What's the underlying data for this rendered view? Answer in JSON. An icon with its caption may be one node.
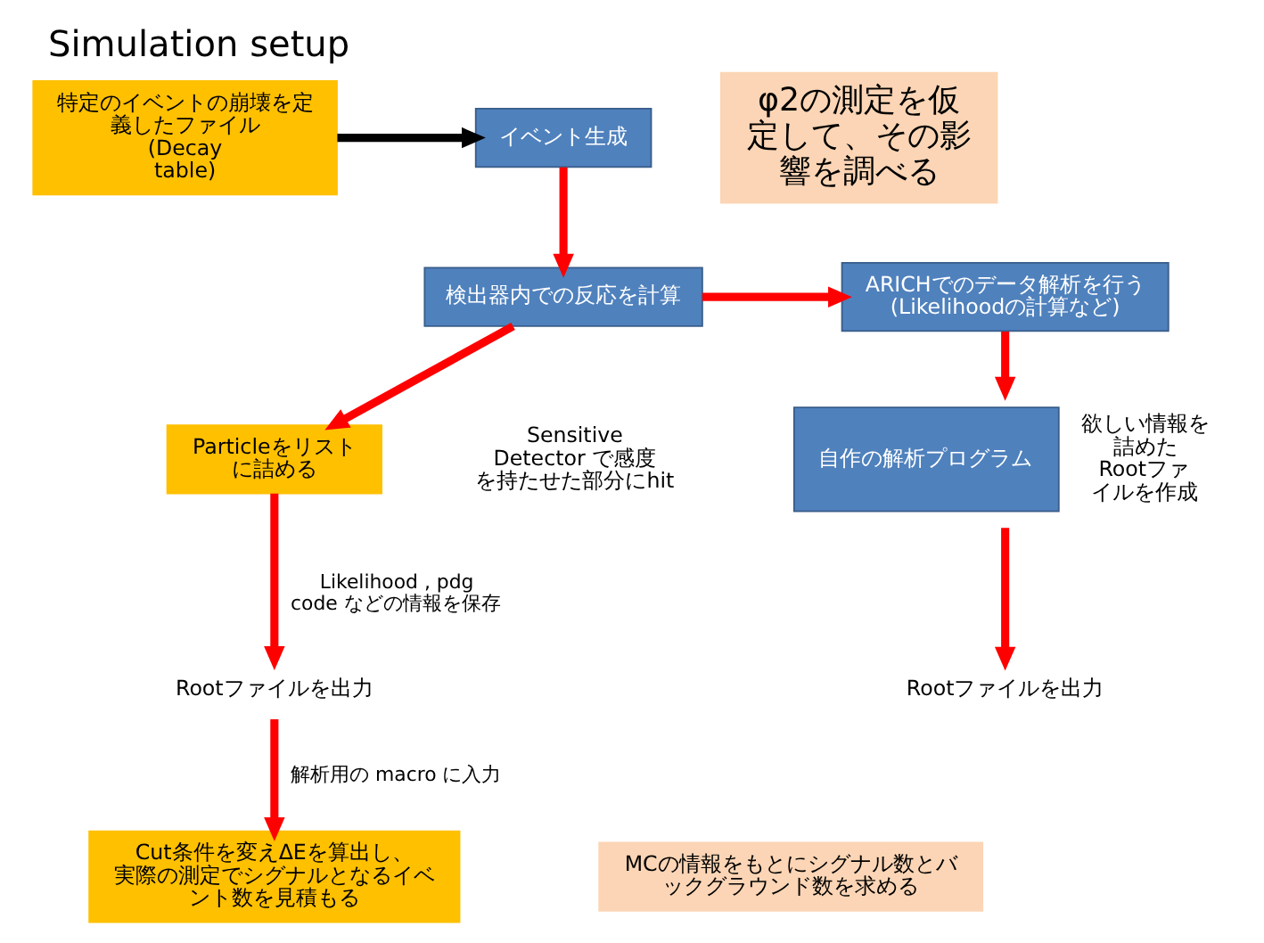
{
  "diagram": {
    "title": "Simulation setup",
    "nodes": [
      {
        "text": [
          "イベント生成"
        ]
      },
      {
        "text": [
          "特定のイベントの崩壊を定義したファイル (Decay table)"
        ]
      },
      {
        "text": [
          "検出器内での反応を計算"
        ]
      },
      {
        "text": [
          "ARICHでのデータ解析を行う (Likelihoodの計算など)"
        ]
      },
      {
        "text": [
          "Particleをリストに詰める"
        ]
      },
      {
        "text": [
          "Rootファイルを出力"
        ]
      },
      {
        "text": [
          "Cut条件を変えΔEを算出し、実際の測定でシグナルとなるイベント数を見積もる"
        ]
      },
      {
        "text": [
          "自作の解析プログラム"
        ],
        "beside": [
          "欲しい情報を詰めたRootファイルを作成"
        ]
      },
      {
        "text": [
          "Rootファイルを出力"
        ]
      },
      {
        "text": [
          "φ2の測定を仮定して、その影響を調べる"
        ]
      },
      {
        "text": [
          "MCの情報をもとにシグナル数とバックグラウンド数を求める"
        ]
      }
    ],
    "edges": [
      {
        "from": 1,
        "to": 0,
        "arrow": "to",
        "color": "#000000"
      },
      {
        "from": 0,
        "to": 2,
        "arrow": "to"
      },
      {
        "from": 2,
        "to": 3,
        "arrow": "to"
      },
      {
        "from": 2,
        "to": 4,
        "arrow": "to"
      },
      {
        "from": 4,
        "to": 5,
        "arrow": "to",
        "label": "Likelihood , pdg code などの情報を保存"
      },
      {
        "from": 5,
        "to": 6,
        "arrow": "to",
        "label": "解析用の macro に入力"
      },
      {
        "from": 3,
        "to": 7,
        "arrow": "to"
      },
      {
        "from": 7,
        "to": 8,
        "arrow": "to"
      }
    ],
    "labels": [
      "Sensitive Detector で感度を持たせた部分にhit"
    ]
  }
}
